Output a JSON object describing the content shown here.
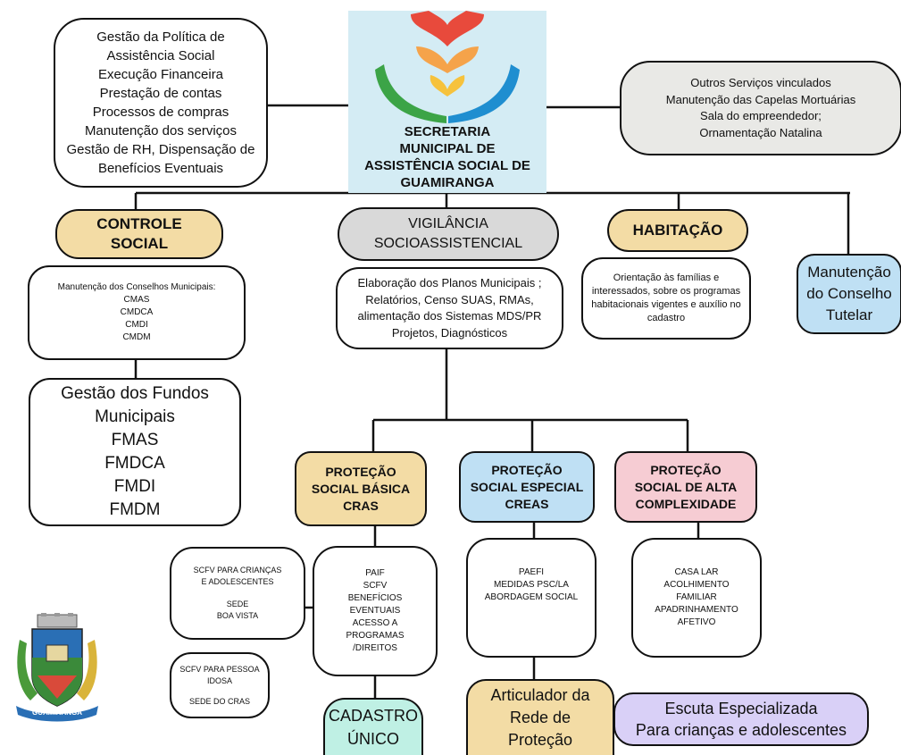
{
  "top_left": {
    "lines": [
      "Gestão da Política de",
      "Assistência Social",
      "Execução Financeira",
      "Prestação de contas",
      "Processos de compras",
      "Manutenção dos serviços",
      "Gestão de RH, Dispensação de",
      "Benefícios Eventuais"
    ]
  },
  "top_right": {
    "lines": [
      "Outros Serviços vinculados",
      "Manutenção das Capelas Mortuárias",
      "Sala do empreendedor;",
      "Ornamentação Natalina"
    ]
  },
  "logo": {
    "lines": [
      "SECRETARIA",
      "MUNICIPAL DE",
      "ASSISTÊNCIA SOCIAL DE",
      "GUAMIRANGA"
    ]
  },
  "controle_social": {
    "title": [
      "CONTROLE",
      "SOCIAL"
    ],
    "lines": [
      "Manutenção dos Conselhos Municipais:",
      "CMAS",
      "CMDCA",
      "CMDI",
      "CMDM"
    ]
  },
  "fundos": {
    "lines": [
      "Gestão dos Fundos",
      "Municipais",
      "FMAS",
      "FMDCA",
      "FMDI",
      "FMDM"
    ]
  },
  "vigilancia": {
    "title": [
      "VIGILÂNCIA",
      "SOCIOASSISTENCIAL"
    ],
    "lines": [
      "Elaboração dos Planos Municipais ;",
      "Relatórios, Censo SUAS, RMAs,",
      "alimentação dos Sistemas MDS/PR",
      "Projetos, Diagnósticos"
    ]
  },
  "habitacao": {
    "title": "HABITAÇÃO",
    "lines": [
      "Orientação às famílias e",
      "interessados, sobre os programas",
      "habitacionais vigentes e auxílio no",
      "cadastro"
    ]
  },
  "conselho_tutelar": {
    "lines": [
      "Manutenção",
      "do Conselho",
      "Tutelar"
    ]
  },
  "psb": {
    "title": [
      "PROTEÇÃO",
      "SOCIAL BÁSICA",
      "CRAS"
    ],
    "lines": [
      "PAIF",
      "SCFV",
      "BENEFÍCIOS",
      "EVENTUAIS",
      "ACESSO A",
      "PROGRAMAS",
      "/DIREITOS"
    ]
  },
  "pse": {
    "title": [
      "PROTEÇÃO",
      "SOCIAL ESPECIAL",
      "CREAS"
    ],
    "lines": [
      "PAEFI",
      "MEDIDAS PSC/LA",
      "ABORDAGEM SOCIAL"
    ]
  },
  "alta": {
    "title": [
      "PROTEÇÃO",
      "SOCIAL DE ALTA",
      "COMPLEXIDADE"
    ],
    "lines": [
      "CASA LAR",
      "ACOLHIMENTO",
      "FAMILIAR",
      "APADRINHAMENTO",
      "AFETIVO"
    ]
  },
  "scfv_criancas": {
    "lines": [
      "SCFV PARA CRIANÇAS",
      "E  ADOLESCENTES",
      "",
      "SEDE",
      "BOA VISTA"
    ]
  },
  "scfv_idosa": {
    "lines": [
      "SCFV PARA PESSOA",
      "IDOSA",
      "",
      "SEDE DO CRAS"
    ]
  },
  "cadastro": {
    "lines": [
      "CADASTRO",
      "ÚNICO"
    ]
  },
  "articulador": {
    "lines": [
      "Articulador da",
      "Rede de",
      "Proteção"
    ]
  },
  "escuta": {
    "lines": [
      "Escuta Especializada",
      "Para crianças e adolescentes"
    ]
  },
  "crest": {
    "banner": "GUAMIRANGA"
  },
  "colors": {
    "tan": "#f3dca5",
    "gray": "#d9d9d9",
    "light_blue": "#bfe0f4",
    "pink": "#f6ccd3",
    "mint": "#bff0e4",
    "lavender": "#d9d0f7",
    "logo_bg": "#d4ecf4",
    "heart": "#e84a3c"
  }
}
